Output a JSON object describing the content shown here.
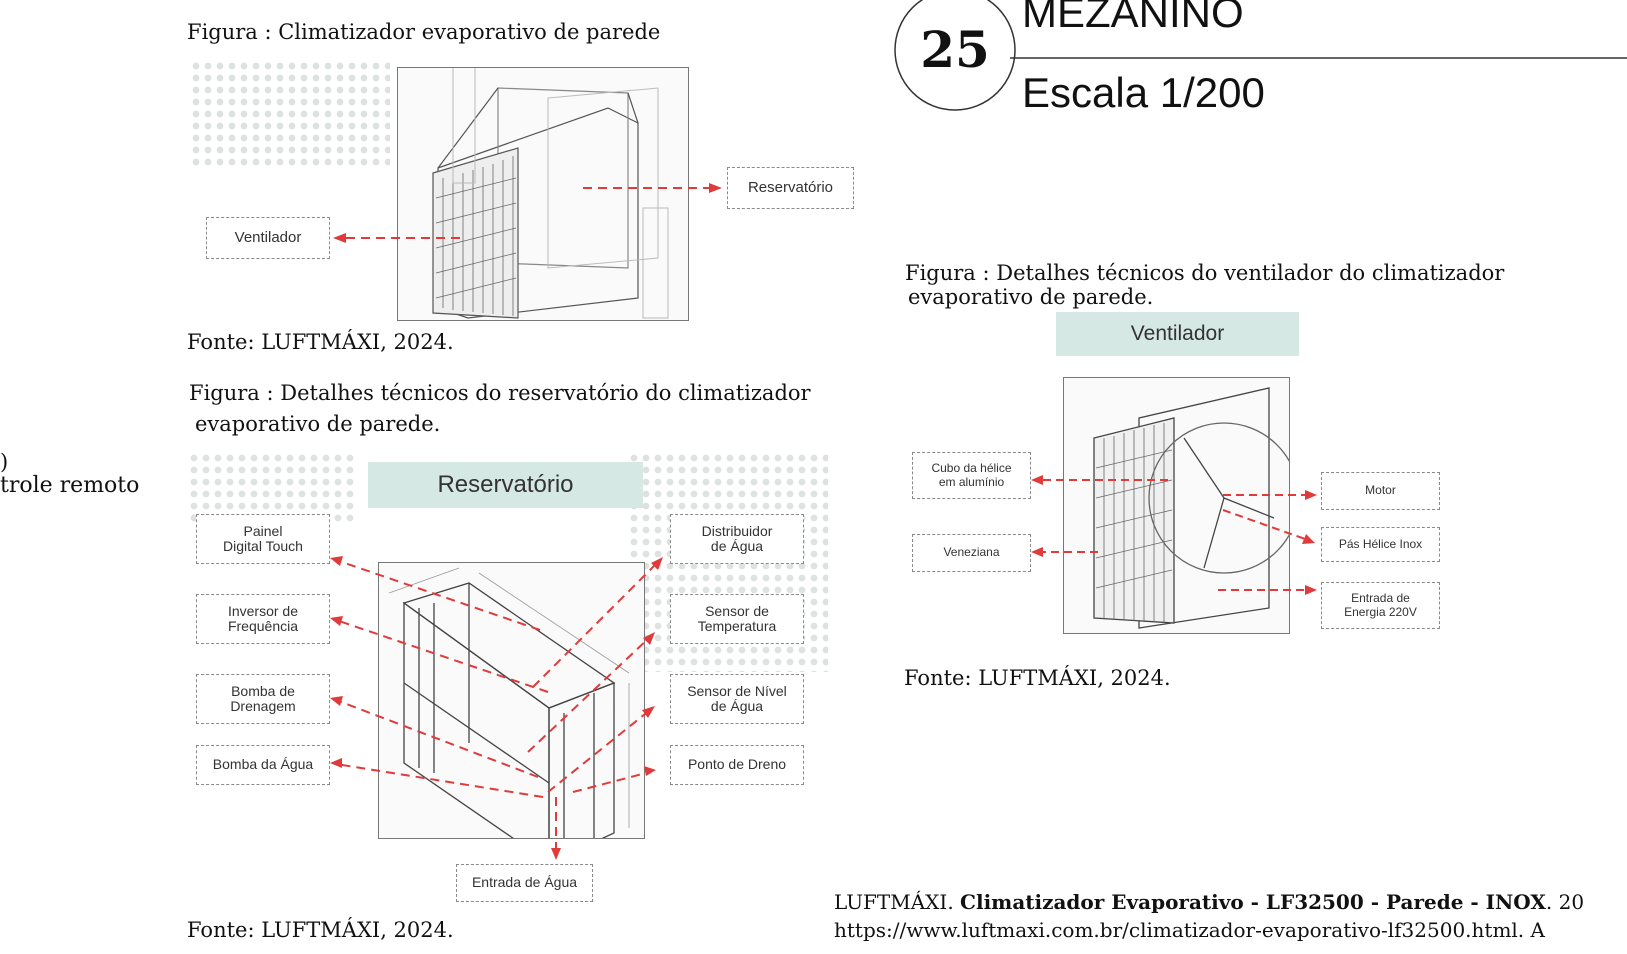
{
  "left_margin": {
    "line1": ")",
    "line2": "trole remoto"
  },
  "fig1": {
    "caption": "Figura  : Climatizador evaporativo de parede",
    "labels": {
      "ventilador": "Ventilador",
      "reservatorio": "Reservatório"
    },
    "source": "Fonte: LUFTMÁXI, 2024."
  },
  "fig2": {
    "caption_l1": "Figura  : Detalhes técnicos do reservatório do climatizador",
    "caption_l2": "evaporativo de parede.",
    "title": "Reservatório",
    "labels": {
      "painel": "Painel\nDigital Touch",
      "inversor": "Inversor de\nFrequência",
      "bomba_drenagem": "Bomba de\nDrenagem",
      "bomba_agua": "Bomba da Água",
      "distribuidor": "Distribuidor\nde Água",
      "sensor_temp": "Sensor de\nTemperatura",
      "sensor_nivel": "Sensor de Nível\nde Água",
      "ponto_dreno": "Ponto de Dreno",
      "entrada_agua": "Entrada de Água"
    },
    "source": "Fonte: LUFTMÁXI, 2024."
  },
  "header": {
    "number": "25",
    "title": "MEZANINO",
    "scale": "Escala 1/200"
  },
  "fig3": {
    "caption_l1": "Figura  : Detalhes técnicos do ventilador do climatizador",
    "caption_l2": "evaporativo de parede.",
    "title": "Ventilador",
    "labels": {
      "cubo": "Cubo da hélice\nem alumínio",
      "veneziana": "Veneziana",
      "motor": "Motor",
      "pas": "Pás Hélice Inox",
      "energia": "Entrada de\nEnergia 220V"
    },
    "source": "Fonte: LUFTMÁXI, 2024."
  },
  "reference": {
    "author": "LUFTMÁXI. ",
    "title": "Climatizador Evaporativo - LF32500 - Parede - INOX",
    "rest": ". 20",
    "url": "https://www.luftmaxi.com.br/climatizador-evaporativo-lf32500.html. A"
  },
  "colors": {
    "arrow": "#e03a3a",
    "teal": "#d6e8e4",
    "frame": "#444444"
  }
}
